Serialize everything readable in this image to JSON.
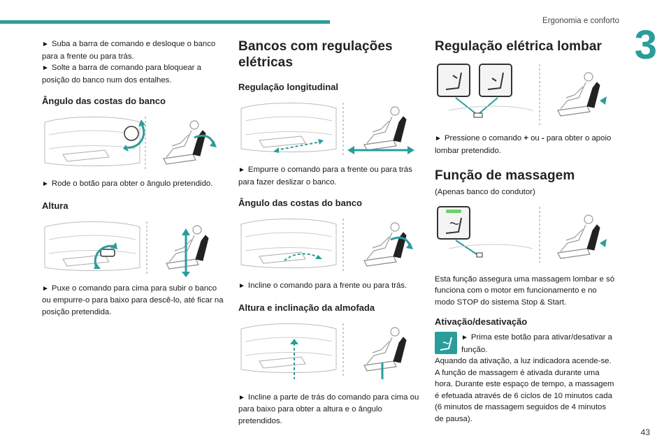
{
  "header": {
    "section_title": "Ergonomia e conforto",
    "chapter_number": "3",
    "page_number": "43"
  },
  "col1": {
    "intro_p1": "Suba a barra de comando e desloque o banco para a frente ou para trás.",
    "intro_p2": "Solte a barra de comando para bloquear a posição do banco num dos entalhes.",
    "backrest_heading": "Ângulo das costas do banco",
    "backrest_text": "Rode o botão para obter o ângulo pretendido.",
    "height_heading": "Altura",
    "height_text": "Puxe o comando para cima para subir o banco ou empurre-o para baixo para descê-lo, até ficar na posição pretendida."
  },
  "col2": {
    "title": "Bancos com regulações elétricas",
    "longitudinal_heading": "Regulação longitudinal",
    "longitudinal_text": "Empurre o comando para a frente ou para trás para fazer deslizar o banco.",
    "backrest_heading": "Ângulo das costas do banco",
    "backrest_text": "Incline o comando para a frente ou para trás.",
    "cushion_heading": "Altura e inclinação da almofada",
    "cushion_text": "Incline a parte de trás do comando para cima ou para baixo para obter a altura e o ângulo pretendidos."
  },
  "col3": {
    "lumbar_title": "Regulação elétrica lombar",
    "lumbar_text_a": "Pressione o comando ",
    "lumbar_plus": "+",
    "lumbar_or": " ou ",
    "lumbar_minus": "-",
    "lumbar_text_b": " para obter o apoio lombar pretendido.",
    "massage_title": "Função de massagem",
    "massage_note": "(Apenas banco do condutor)",
    "massage_text": "Esta função assegura uma massagem lombar e só funciona com o motor em funcionamento e no modo STOP do sistema Stop & Start.",
    "activation_heading": "Ativação/desativação",
    "activation_text": "Prima este botão para ativar/desativar a função.",
    "activation_detail": "Aquando da ativação, a luz indicadora acende-se. A função de massagem é ativada durante uma hora. Durante este espaço de tempo, a massagem é efetuada através de 6 ciclos de 10 minutos cada (6 minutos de massagem seguidos de 4 minutos de pausa)."
  },
  "colors": {
    "accent": "#2a9d9a",
    "text": "#1a1a1a"
  },
  "icons": {
    "bullet": "►"
  }
}
